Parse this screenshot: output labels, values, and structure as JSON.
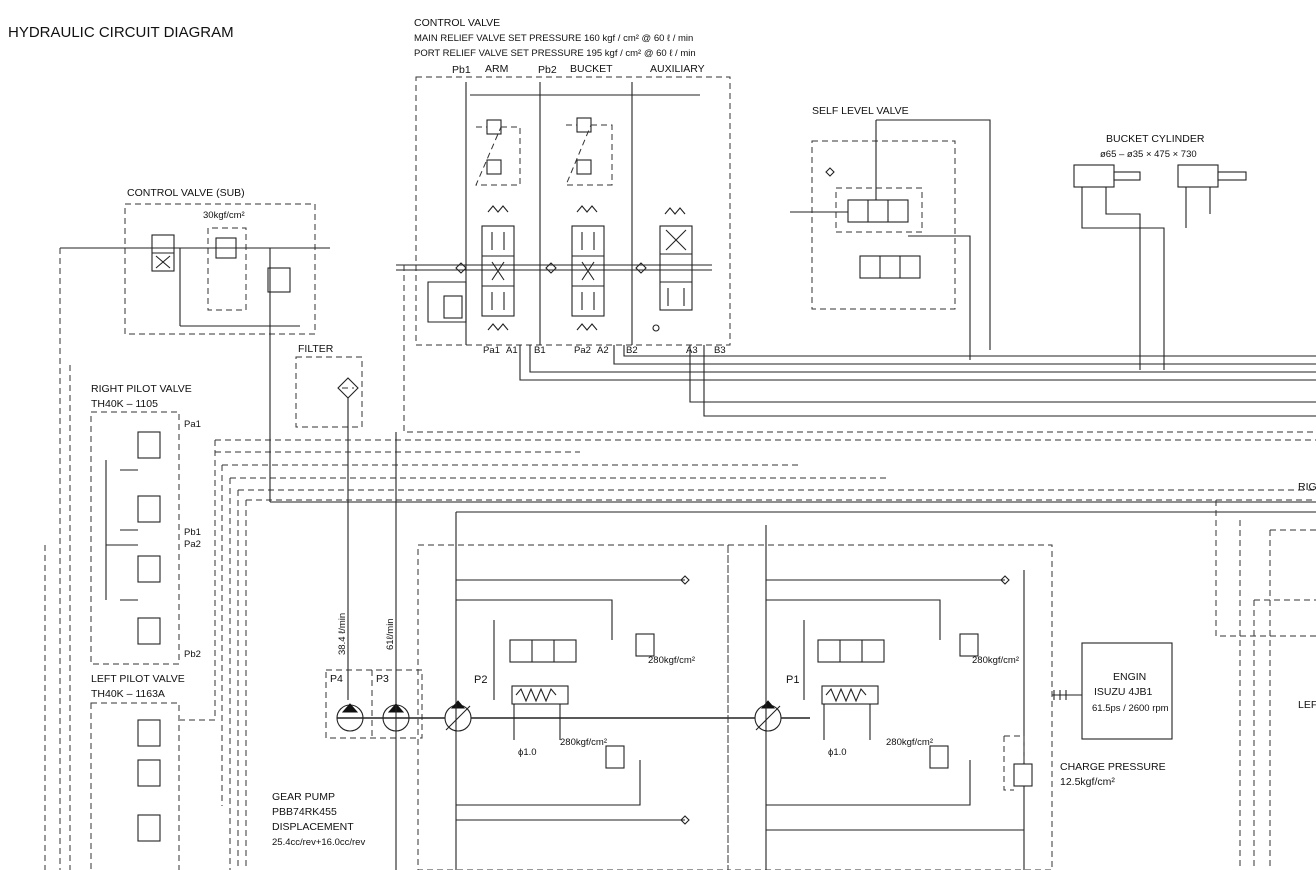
{
  "title": "HYDRAULIC CIRCUIT DIAGRAM",
  "control_valve": {
    "title": "CONTROL VALVE",
    "main_relief": "MAIN RELIEF VALVE SET PRESSURE 160 kgf / cm² @ 60 ℓ / min",
    "port_relief": "PORT RELIEF VALVE SET PRESSURE 195 kgf / cm² @ 60 ℓ / min",
    "sections": [
      "ARM",
      "BUCKET",
      "AUXILIARY"
    ],
    "top_ports": [
      "Pb1",
      "Pb2"
    ],
    "bottom_ports": [
      "Pa1",
      "A1",
      "B1",
      "Pa2",
      "A2",
      "B2",
      "A3",
      "B3"
    ]
  },
  "control_valve_sub": {
    "title": "CONTROL VALVE (SUB)",
    "pressure": "30kgf/cm²"
  },
  "self_level_valve": {
    "title": "SELF LEVEL VALVE"
  },
  "bucket_cylinder": {
    "title": "BUCKET CYLINDER",
    "spec": "ø65 – ø35 × 475 × 730"
  },
  "filter": {
    "title": "FILTER"
  },
  "right_pilot_valve": {
    "title": "RIGHT PILOT VALVE",
    "model": "TH40K – 1105",
    "ports": [
      "Pa1",
      "Pb1",
      "Pa2",
      "Pb2"
    ]
  },
  "left_pilot_valve": {
    "title": "LEFT PILOT VALVE",
    "model": "TH40K – 1163A"
  },
  "gear_pump": {
    "ports": [
      "P4",
      "P3"
    ],
    "flows": [
      "38.4 ℓ/min",
      "61ℓ/min"
    ],
    "lines": [
      "GEAR PUMP",
      "PBB74RK455",
      "DISPLACEMENT",
      "25.4cc/rev+16.0cc/rev"
    ]
  },
  "pump_p2": {
    "label": "P2",
    "relief_a": "280kgf/cm²",
    "relief_b": "280kgf/cm²",
    "orifice": "ϕ1.0"
  },
  "pump_p1": {
    "label": "P1",
    "relief_a": "280kgf/cm²",
    "relief_b": "280kgf/cm²",
    "orifice": "ϕ1.0"
  },
  "engine": {
    "title": "ENGIN",
    "model": "ISUZU     4JB1",
    "rating": "61.5ps / 2600 rpm"
  },
  "charge_pressure": {
    "label": "CHARGE PRESSURE",
    "value": "12.5kgf/cm²"
  },
  "edge_labels": [
    "RIG",
    "LEF"
  ]
}
